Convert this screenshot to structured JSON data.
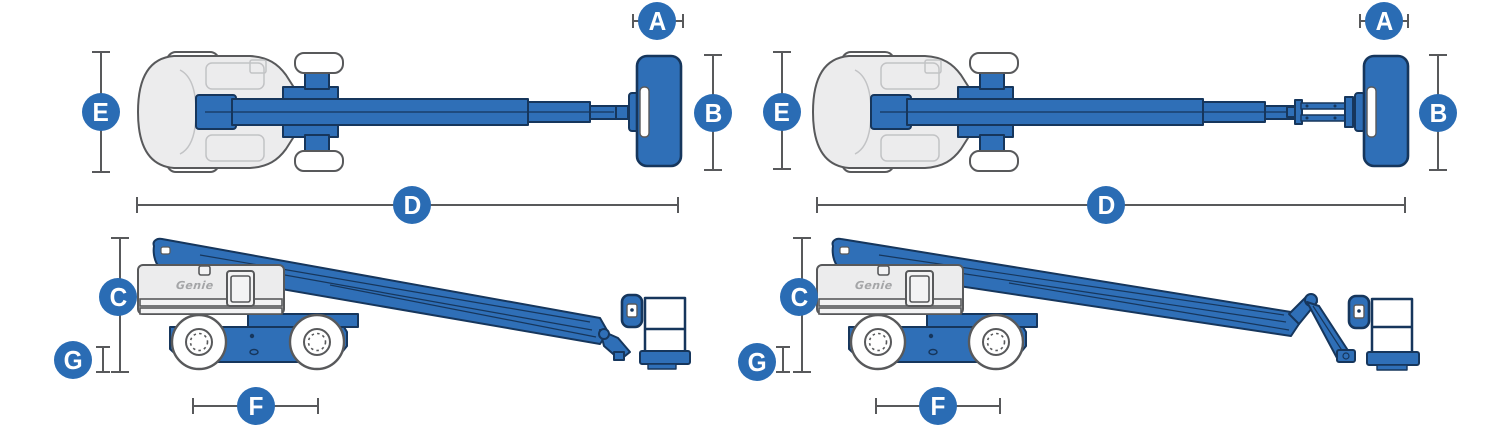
{
  "diagram": {
    "brand_logo": "Genie",
    "badges": {
      "a": "A",
      "b": "B",
      "c": "C",
      "d": "D",
      "e": "E",
      "f": "F",
      "g": "G"
    }
  },
  "colors": {
    "machine_blue": "#2F6FB7",
    "outline_navy": "#16365C",
    "badge_blue": "#2A6CB4",
    "body_gray": "#ECECED",
    "detail_gray": "#58595B",
    "dim_line": "#58595B",
    "background": "#FFFFFF"
  }
}
